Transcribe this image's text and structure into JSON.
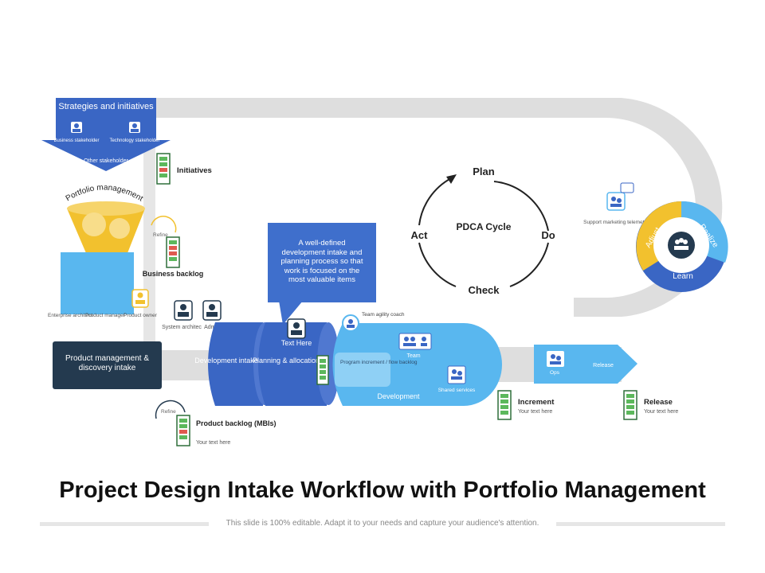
{
  "title": "Project Design Intake Workflow with Portfolio Management",
  "footer": "This slide is 100% editable. Adapt it to your needs and capture your audience's attention.",
  "strategy": {
    "heading": "Strategies and initiatives",
    "business_stakeholder": "Business stakeholder",
    "technology_stakeholder": "Technology stakeholder",
    "other_stakeholder": "Other stakeholder"
  },
  "portfolio_label": "Portfolio management",
  "initiatives_label": "Initiatives",
  "refine_label": "Refine",
  "business_backlog_label": "Business backlog",
  "roles": {
    "enterprise_architect": "Enterprise architect",
    "product_manager": "Product manager",
    "product_owner": "Product owner",
    "system_architect": "System architec",
    "admin": "Admin"
  },
  "product_mgmt_box": "Product management & discovery intake",
  "product_backlog": {
    "refine": "Refine",
    "title": "Product backlog (MBIs)",
    "sub": "Your text here"
  },
  "callout_text": "A well-defined development intake and planning process so that work is focused on the most valuable items",
  "stages": {
    "development_intake": "Development intake",
    "planning_allocation": "Planning & allocation",
    "text_here": "Text Here",
    "team_agility_coach": "Team agility coach",
    "team": "Team",
    "program_increment": "Program increment / flow backlog",
    "development": "Development",
    "shared_services": "Shared services"
  },
  "pdca": {
    "plan": "Plan",
    "do": "Do",
    "check": "Check",
    "act": "Act",
    "center": "PDCA Cycle"
  },
  "release_arrow": {
    "ops": "Ops",
    "release": "Release"
  },
  "increment": {
    "title": "Increment",
    "sub": "Your text here"
  },
  "release": {
    "title": "Release",
    "sub": "Your text here"
  },
  "support_label": "Support marketing telemetry",
  "ring": {
    "adjust": "Adjust",
    "realize": "Realize",
    "learn": "Learn"
  },
  "colors": {
    "blue_dark": "#3a66c4",
    "blue_light": "#59b7ef",
    "navy": "#243a4f",
    "yellow": "#f2c12e",
    "track": "#dedede"
  }
}
